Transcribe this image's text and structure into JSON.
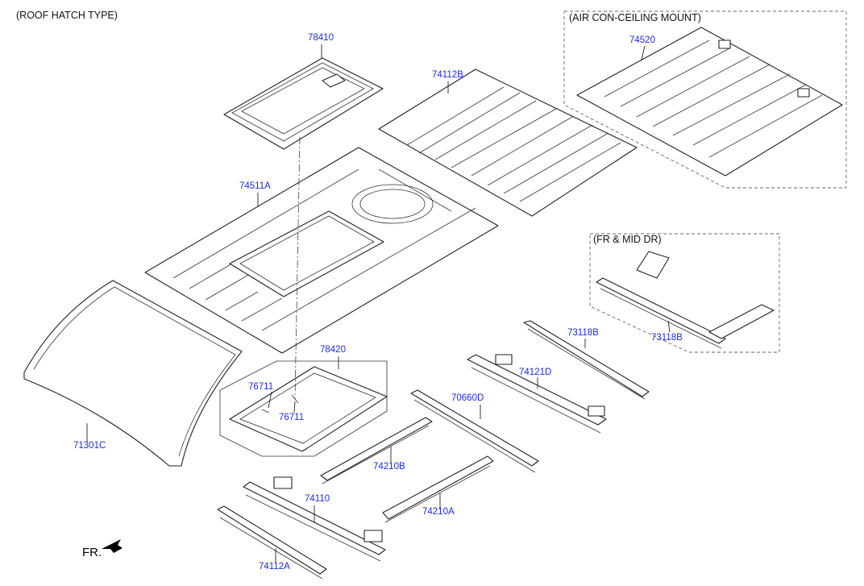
{
  "headings": {
    "roof_hatch_type": "(ROOF HATCH TYPE)",
    "air_con_ceiling_mount": "(AIR CON-CEILING MOUNT)",
    "fr_mid_dr": "(FR & MID DR)"
  },
  "orientation_label": "FR.",
  "part_numbers": {
    "p78410": "78410",
    "p74112B": "74112B",
    "p74520": "74520",
    "p74511A": "74511A",
    "p71301C": "71301C",
    "p78420": "78420",
    "p76711a": "76711",
    "p76711b": "76711",
    "p73118B_a": "73118B",
    "p73118B_b": "73118B",
    "p74121D": "74121D",
    "p70660D": "70660D",
    "p74210B": "74210B",
    "p74210A": "74210A",
    "p74110": "74110",
    "p74112A": "74112A"
  },
  "colors": {
    "part_number": "#1f2bd8",
    "line_art": "#222222"
  }
}
